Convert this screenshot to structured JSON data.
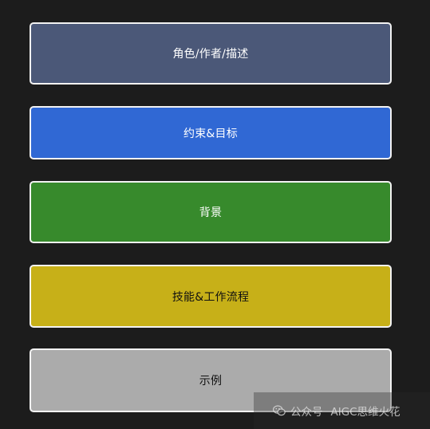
{
  "blocks": [
    {
      "label": "角色/作者/描述",
      "fill": "#4b5878",
      "text_color": "#ffffff"
    },
    {
      "label": "约束&目标",
      "fill": "#3068d4",
      "text_color": "#ffffff"
    },
    {
      "label": "背景",
      "fill": "#378a2c",
      "text_color": "#ffffff"
    },
    {
      "label": "技能&工作流程",
      "fill": "#c7b018",
      "text_color": "#111111"
    },
    {
      "label": "示例",
      "fill": "#ababab",
      "text_color": "#111111"
    }
  ],
  "watermark": {
    "icon": "wechat-icon",
    "channel": "公众号",
    "name": "AIGC思维火花"
  }
}
